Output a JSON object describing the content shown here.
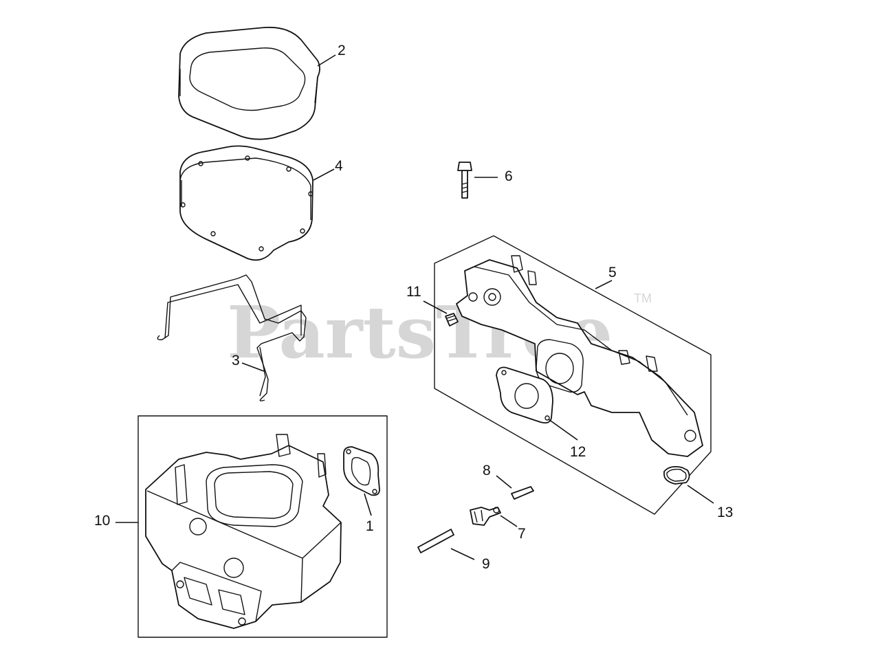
{
  "watermark": {
    "text": "PartsTree",
    "trademark": "TM"
  },
  "callouts": {
    "c1": "1",
    "c2": "2",
    "c3": "3",
    "c4": "4",
    "c5": "5",
    "c6": "6",
    "c7": "7",
    "c8": "8",
    "c9": "9",
    "c10": "10",
    "c11": "11",
    "c12": "12",
    "c13": "13"
  },
  "colors": {
    "line": "#111111",
    "watermark": "#d6d6d6",
    "background": "#ffffff"
  }
}
